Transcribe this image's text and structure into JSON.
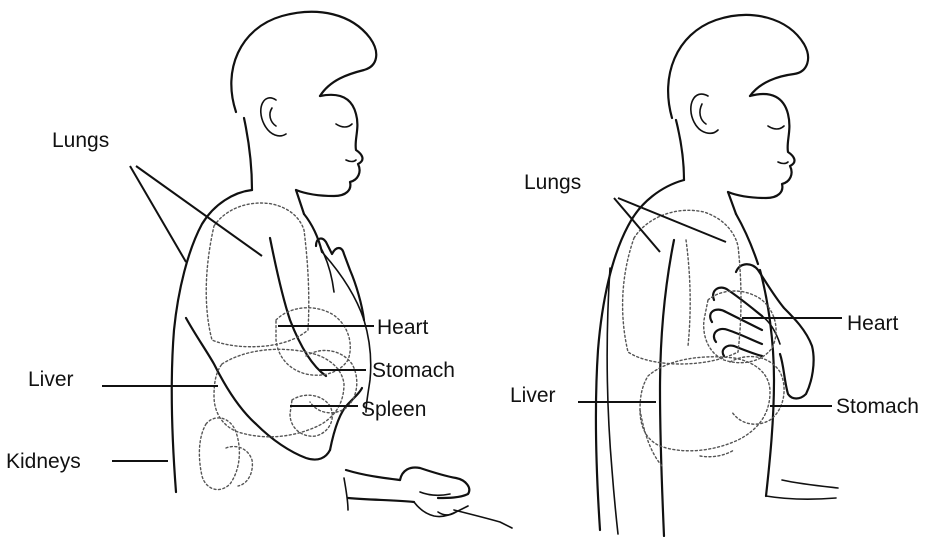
{
  "figures": [
    {
      "labels": {
        "lungs": "Lungs",
        "heart": "Heart",
        "stomach": "Stomach",
        "liver": "Liver",
        "spleen": "Spleen",
        "kidneys": "Kidneys"
      }
    },
    {
      "labels": {
        "lungs": "Lungs",
        "heart": "Heart",
        "liver": "Liver",
        "stomach": "Stomach"
      }
    }
  ],
  "colors": {
    "ink": "#111111",
    "organ_outline": "#555555",
    "background": "#ffffff"
  }
}
